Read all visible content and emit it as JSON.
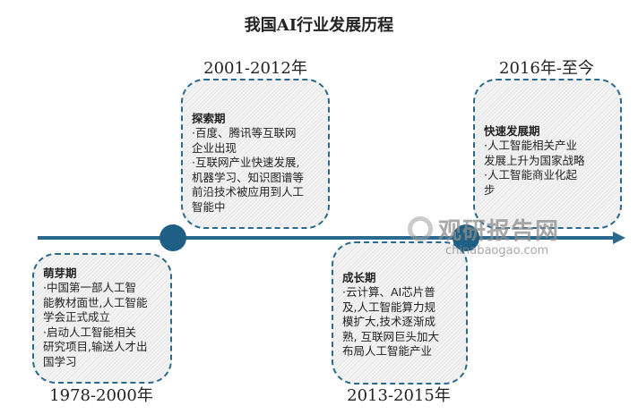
{
  "title": "我国AI行业发展历程",
  "accent_color": "#2a6a8e",
  "stages": [
    {
      "period": "1978-2000年",
      "heading": "萌芽期",
      "lines": [
        "·中国第一部人工智",
        "能教材面世,人工智能",
        "学会正式成立",
        "·启动人工智能相关",
        "研究项目,输送人才出",
        "国学习"
      ]
    },
    {
      "period": "2001-2012年",
      "heading": "探索期",
      "lines": [
        "·百度、腾讯等互联网",
        "企业出现",
        "·互联网产业快速发展,",
        "机器学习、知识图谱等",
        "前沿技术被应用到人工",
        "智能中"
      ]
    },
    {
      "period": "2013-2015年",
      "heading": "成长期",
      "lines": [
        "·云计算、AI芯片普",
        "及,人工智能算力规",
        "模扩大,技术逐渐成",
        "熟, 互联网巨头加大",
        "布局人工智能产业"
      ]
    },
    {
      "period": "2016年-至今",
      "heading": "快速发展期",
      "lines": [
        "·人工智能相关产业",
        "发展上升为国家战略",
        "·人工智能商业化起",
        "步"
      ]
    }
  ],
  "watermark": {
    "name": "观研报告网",
    "url": "chinabaogao.com"
  }
}
